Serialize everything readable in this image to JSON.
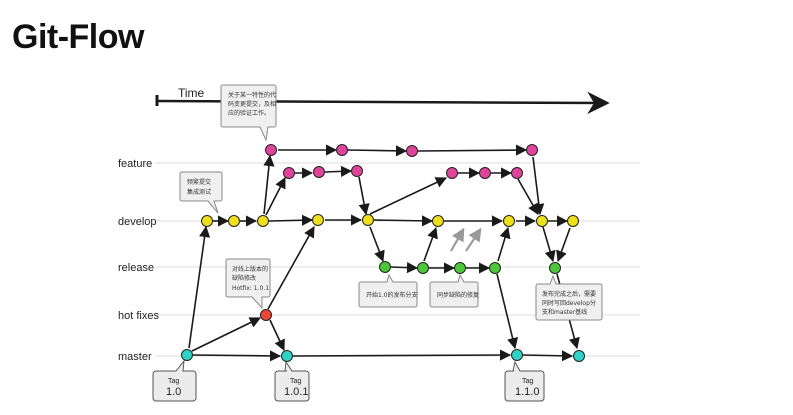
{
  "title": "Git-Flow",
  "time_label": "Time",
  "lanes": [
    {
      "id": "feature",
      "label": "feature"
    },
    {
      "id": "develop",
      "label": "develop"
    },
    {
      "id": "release",
      "label": "release"
    },
    {
      "id": "hotfix",
      "label": "hot fixes"
    },
    {
      "id": "master",
      "label": "master"
    }
  ],
  "colors": {
    "feature": "#e0449a",
    "develop": "#f0e01c",
    "release": "#4cc73a",
    "hotfix": "#e8473a",
    "master": "#2fd3c6"
  },
  "notes": [
    {
      "id": "note-feature",
      "lines": [
        "关于某一特性的代",
        "码变更提交，及相",
        "应的验证工作。"
      ]
    },
    {
      "id": "note-integration",
      "lines": [
        "频繁提交",
        "集成测试"
      ]
    },
    {
      "id": "note-hotfix",
      "lines": [
        "对线上版本的",
        "缺陷修改",
        "Hotfix: 1.0.1"
      ]
    },
    {
      "id": "note-release-start",
      "lines": [
        "开始1.0的发布分支"
      ]
    },
    {
      "id": "note-sync-fix",
      "lines": [
        "同步缺陷的修复"
      ]
    },
    {
      "id": "note-after-release",
      "lines": [
        "发布完成之后，需要",
        "同时写回develop分",
        "支和master基线"
      ]
    }
  ],
  "tags": [
    {
      "id": "tag-1-0",
      "small": "Tag",
      "big": "1.0"
    },
    {
      "id": "tag-1-0-1",
      "small": "Tag",
      "big": "1.0.1"
    },
    {
      "id": "tag-1-1-0",
      "small": "Tag",
      "big": "1.1.0"
    }
  ]
}
